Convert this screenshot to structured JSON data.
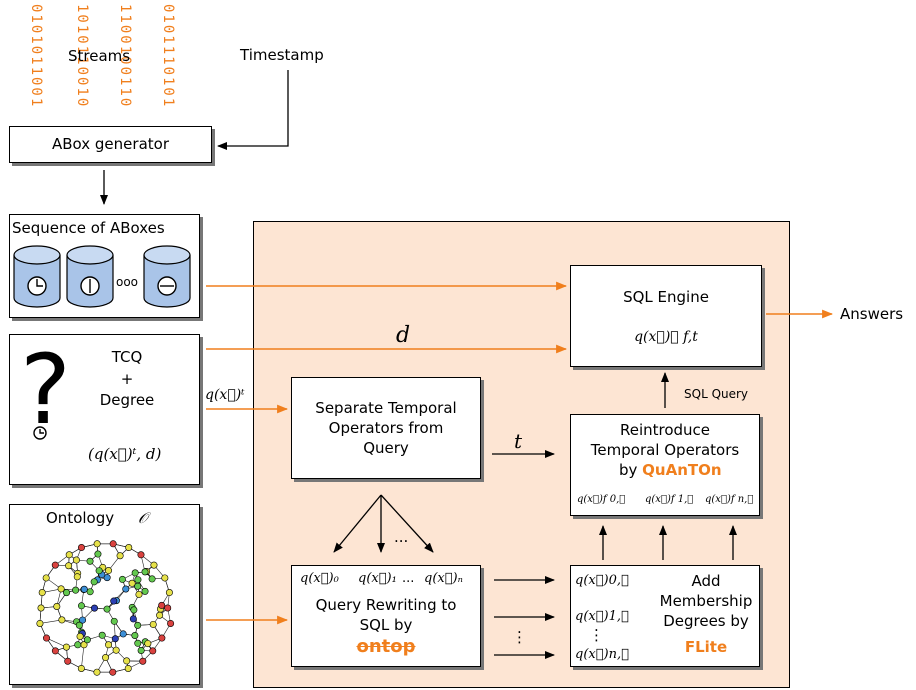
{
  "inputs": {
    "streams_label": "Streams",
    "timestamp_label": "Timestamp",
    "bits": [
      "0101011001",
      "1010110010",
      "1100100110",
      "0101110101"
    ]
  },
  "abox_generator": {
    "label": "ABox generator"
  },
  "sequence": {
    "label": "Sequence of ABoxes",
    "ellipsis": "ooo"
  },
  "tcq": {
    "line1": "TCQ",
    "line2": "+",
    "line3": "Degree",
    "question_mark": "?",
    "formula": "(q(x⃗)ᵗ,  d)"
  },
  "ontology": {
    "label": "Ontology",
    "symbol": "𝒪"
  },
  "edges": {
    "d_label": "d",
    "qt_label": "q(x⃗)ᵗ",
    "t_label": "t",
    "sql_query_label": "SQL Query",
    "ellipsis": "...",
    "vertical_dots": "⋮"
  },
  "separate": {
    "text": "Separate Temporal Operators from Query"
  },
  "sql_engine": {
    "title": "SQL Engine",
    "formula": "q(x⃗)𝒪 f,t"
  },
  "answers": {
    "label": "Answers"
  },
  "reintroduce": {
    "line1": "Reintroduce",
    "line2": "Temporal Operators",
    "by": "by ",
    "tool": "QuAnTOn",
    "f0": "q(x⃗)f 0,𝒪",
    "f1": "q(x⃗)f 1,𝒪",
    "fn": "q(x⃗)f n,𝒪"
  },
  "rewriting": {
    "q0": "q(x⃗)₀",
    "q1": "q(x⃗)₁",
    "dots": "...",
    "qn": "q(x⃗)ₙ",
    "line1": "Query Rewriting to",
    "line2": "SQL by",
    "tool": "ontop"
  },
  "membership": {
    "q0": "q(x⃗)0,𝒪",
    "q1": "q(x⃗)1,𝒪",
    "qn": "q(x⃗)n,𝒪",
    "vdots": "⋮",
    "line1": "Add",
    "line2": "Membership",
    "line3": "Degrees by",
    "tool": "FLite"
  },
  "colors": {
    "accent": "#f07f1d",
    "panel_fill": "#fde5d3",
    "cylinder_fill": "#a9c4e8",
    "node_colors": [
      "#e6e14a",
      "#d9423f",
      "#63c84f",
      "#3d8fd6",
      "#2c3fb3"
    ]
  }
}
